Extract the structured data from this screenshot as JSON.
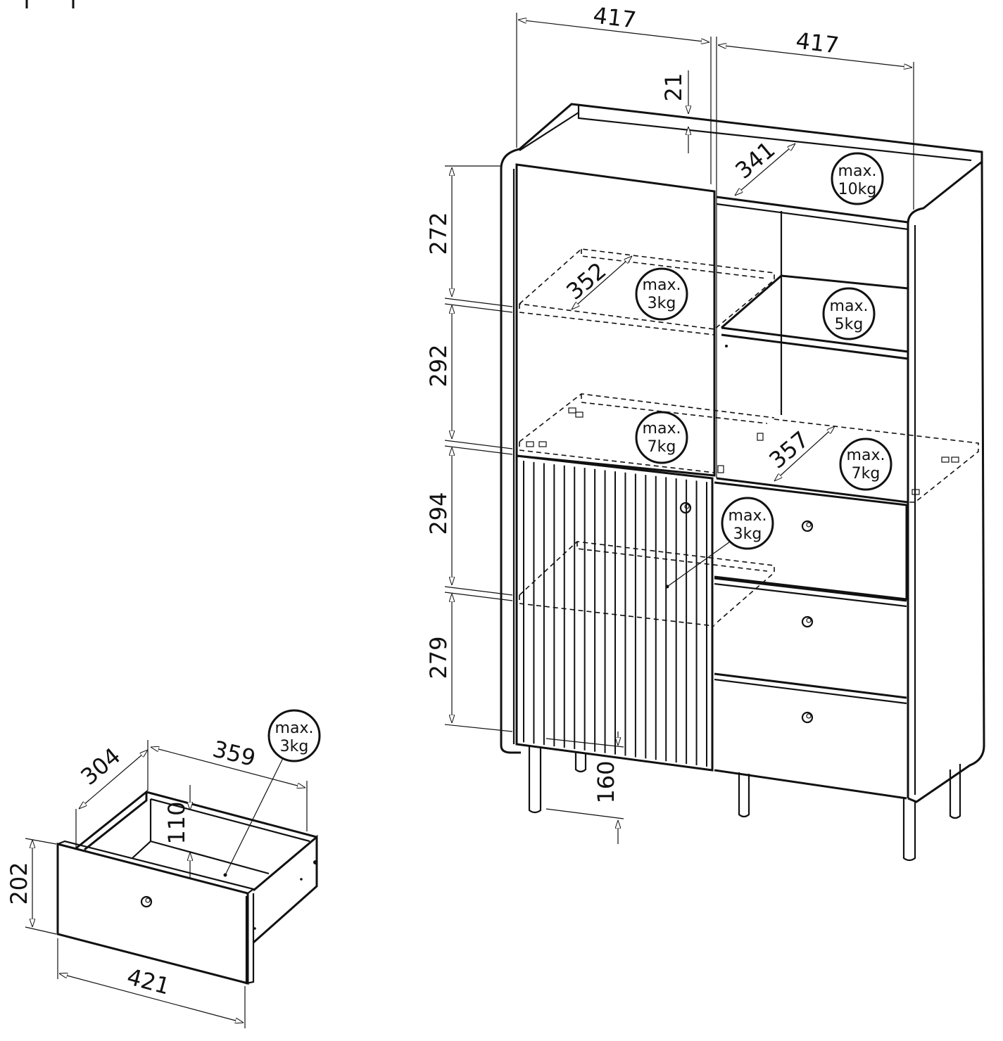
{
  "dimensions": {
    "top_width_left": "417",
    "top_width_right": "417",
    "top_board": "21",
    "top_depth": "341",
    "shelf_depth_left": "352",
    "shelf_depth_right": "357",
    "height_1": "272",
    "height_2": "292",
    "height_3": "294",
    "height_4": "279",
    "leg_height": "160",
    "drawer_depth": "304",
    "drawer_inner_width": "359",
    "drawer_inner_height": "110",
    "drawer_front_height": "202",
    "drawer_front_width": "421"
  },
  "loads": [
    {
      "line1": "max.",
      "line2": "10kg"
    },
    {
      "line1": "max.",
      "line2": "3kg"
    },
    {
      "line1": "max.",
      "line2": "5kg"
    },
    {
      "line1": "max.",
      "line2": "7kg"
    },
    {
      "line1": "max.",
      "line2": "7kg"
    },
    {
      "line1": "max.",
      "line2": "3kg"
    },
    {
      "line1": "max.",
      "line2": "3kg"
    }
  ]
}
